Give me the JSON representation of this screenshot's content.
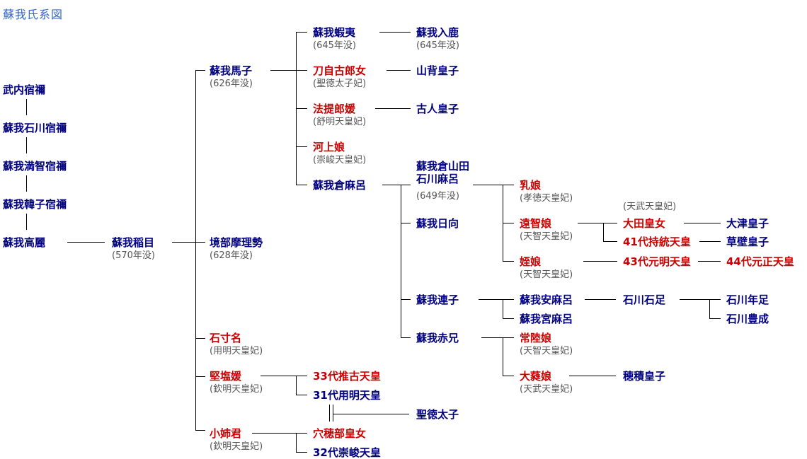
{
  "title": "蘇我氏系図",
  "colors": {
    "male": "#000080",
    "female": "#cc0000",
    "note": "#555555",
    "line": "#000000"
  },
  "people": {
    "takeuchi": {
      "name": "武内宿禰"
    },
    "ishikawa_s": {
      "name": "蘇我石川宿禰"
    },
    "machi": {
      "name": "蘇我満智宿禰"
    },
    "karako": {
      "name": "蘇我韓子宿禰"
    },
    "koma": {
      "name": "蘇我高麗"
    },
    "iname": {
      "name": "蘇我稲目",
      "note": "(570年没)"
    },
    "umako": {
      "name": "蘇我馬子",
      "note": "(626年没)"
    },
    "sakaibe": {
      "name": "境部摩理勢",
      "note": "(628年没)"
    },
    "ishikina": {
      "name": "石寸名",
      "note": "(用明天皇妃)"
    },
    "kitashihime": {
      "name": "堅塩媛",
      "note": "(欽明天皇妃)"
    },
    "oanegimi": {
      "name": "小姉君",
      "note": "(欽明天皇妃)"
    },
    "emishi": {
      "name": "蘇我蝦夷",
      "note": "(645年没)"
    },
    "iruka": {
      "name": "蘇我入鹿",
      "note": "(645年没)"
    },
    "tojiko": {
      "name": "刀自古郎女",
      "note": "(聖徳太子妃)"
    },
    "yamashiro": {
      "name": "山背皇子"
    },
    "hotei": {
      "name": "法提郎媛",
      "note": "(舒明天皇妃)"
    },
    "furuhito": {
      "name": "古人皇子"
    },
    "kawakami": {
      "name": "河上娘",
      "note": "(崇峻天皇妃)"
    },
    "kuramaro": {
      "name": "蘇我倉麻呂"
    },
    "suiko": {
      "name": "33代推古天皇"
    },
    "yomei": {
      "name": "31代用明天皇"
    },
    "shotoku": {
      "name": "聖徳太子"
    },
    "anahobe": {
      "name": "穴穂部皇女"
    },
    "sushun": {
      "name": "32代崇峻天皇"
    },
    "kurayamada": {
      "name_line1": "蘇我倉山田",
      "name_line2": "石川麻呂",
      "note": "(649年没)"
    },
    "himuka": {
      "name": "蘇我日向"
    },
    "murajiko": {
      "name": "蘇我連子"
    },
    "akae": {
      "name": "蘇我赤兄"
    },
    "chinoiratsume": {
      "name": "乳娘",
      "note": "(孝徳天皇妃)"
    },
    "ochinoiratsume": {
      "name": "遠智娘",
      "note": "(天智天皇妃)"
    },
    "mei": {
      "name": "姪娘",
      "note": "(天智天皇妃)"
    },
    "yasumaro": {
      "name": "蘇我安麻呂"
    },
    "miyamaro": {
      "name": "蘇我宮麻呂"
    },
    "hitachi": {
      "name": "常陸娘",
      "note": "(天智天皇妃)"
    },
    "onu": {
      "name": "大蕤娘",
      "note": "(天武天皇妃)"
    },
    "ota": {
      "name": "大田皇女",
      "note": "(天武天皇妃)"
    },
    "jito": {
      "name": "41代持統天皇"
    },
    "genmei": {
      "name": "43代元明天皇"
    },
    "ishitari": {
      "name": "石川石足"
    },
    "hozumi": {
      "name": "穂積皇子"
    },
    "otsu": {
      "name": "大津皇子"
    },
    "kusakabe": {
      "name": "草壁皇子"
    },
    "gensho": {
      "name": "44代元正天皇"
    },
    "toshitari": {
      "name": "石川年足"
    },
    "toyonari": {
      "name": "石川豊成"
    }
  }
}
